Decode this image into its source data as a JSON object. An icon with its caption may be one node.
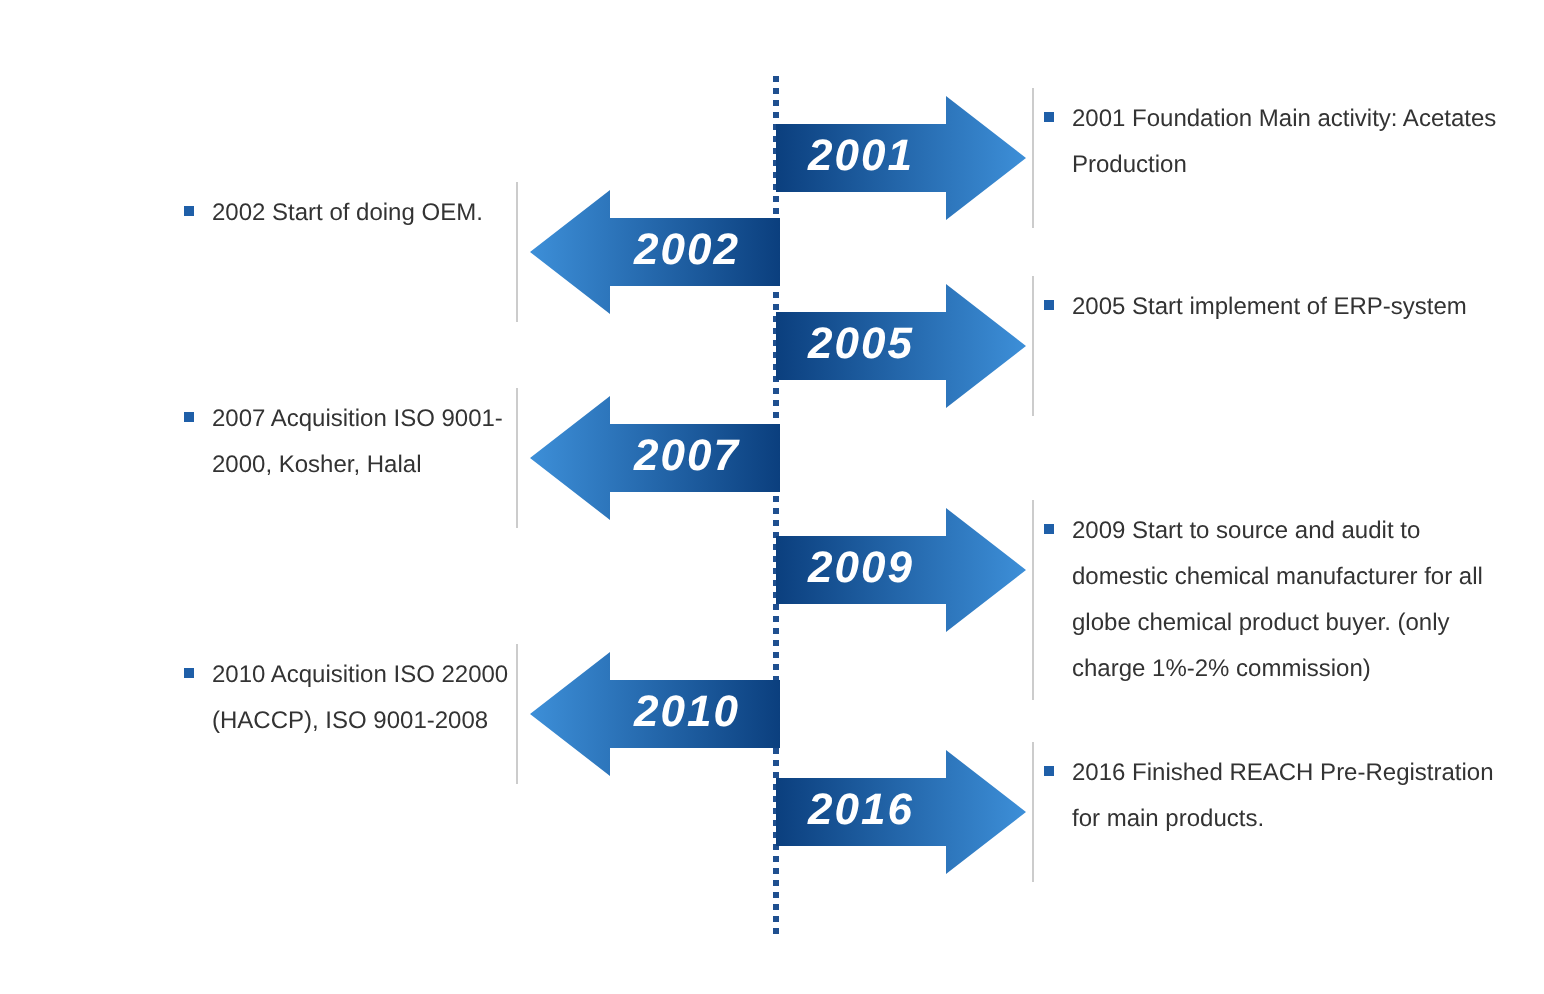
{
  "diagram": {
    "nodes": [
      {
        "text": [
          "2001"
        ],
        "beside": [
          "2001 Foundation Main activity: Acetates Production"
        ]
      },
      {
        "text": [
          "2002"
        ],
        "beside": [
          "2002 Start of doing OEM."
        ]
      },
      {
        "text": [
          "2005"
        ],
        "beside": [
          "2005 Start implement of ERP-system"
        ]
      },
      {
        "text": [
          "2007"
        ],
        "beside": [
          "2007 Acquisition ISO 9001-2000, Kosher, Halal"
        ]
      },
      {
        "text": [
          "2009"
        ],
        "beside": [
          "2009 Start to source and audit to domestic chemical manufacturer for all globe chemical product buyer. (only charge 1%-2% commission)"
        ]
      },
      {
        "text": [
          "2010"
        ],
        "beside": [
          "2010 Acquisition ISO 22000 (HACCP), ISO 9001-2008"
        ]
      },
      {
        "text": [
          "2016"
        ],
        "beside": [
          "2016 Finished REACH Pre-Registration for main products."
        ]
      }
    ]
  }
}
